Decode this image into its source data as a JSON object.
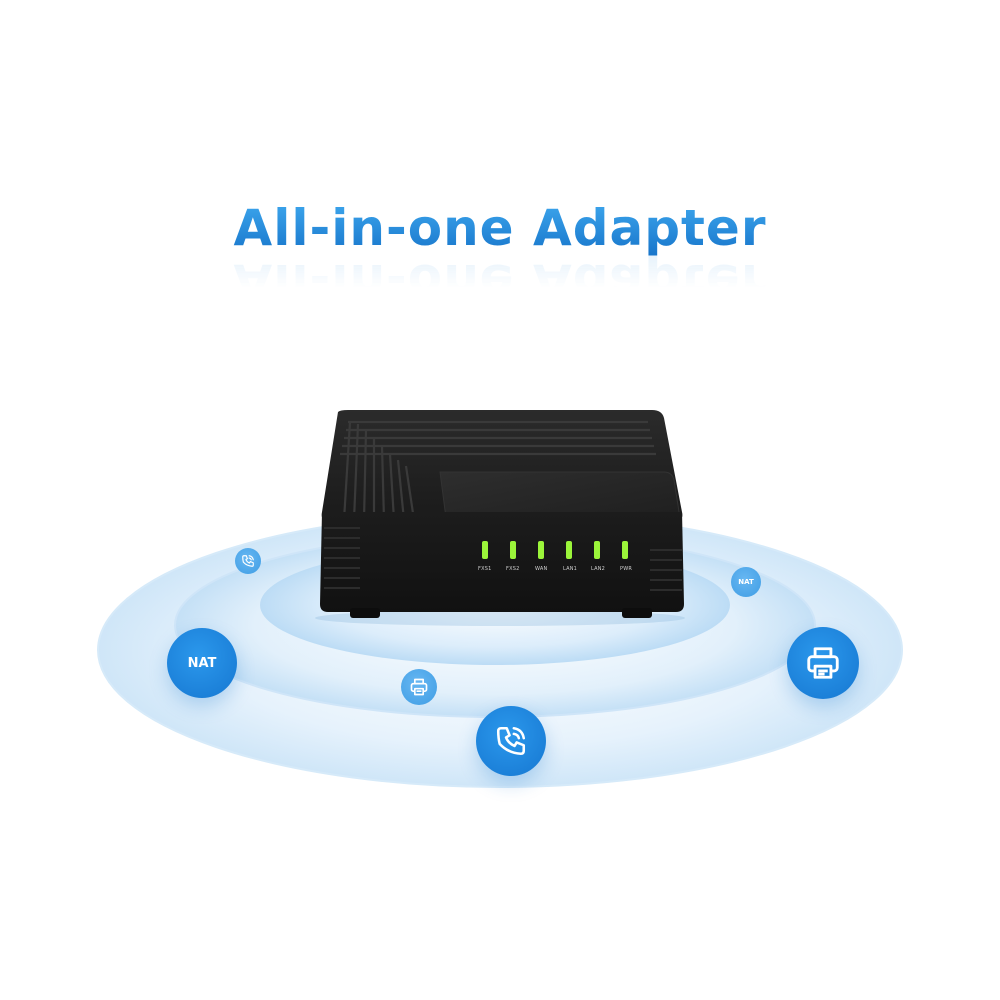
{
  "title": "All-in-one Adapter",
  "device": {
    "led_labels": [
      "FXS1",
      "FXS2",
      "WAN",
      "LAN1",
      "LAN2",
      "PWR"
    ],
    "led_color": "#9bf53a",
    "body_color": "#1f1f1f"
  },
  "badges": {
    "nat_large_label": "NAT",
    "nat_small_label": "NAT"
  },
  "colors": {
    "title_accent": "#1f86dc",
    "badge_blue": "#1677d1",
    "ring_blue": "#cfe6f8"
  }
}
